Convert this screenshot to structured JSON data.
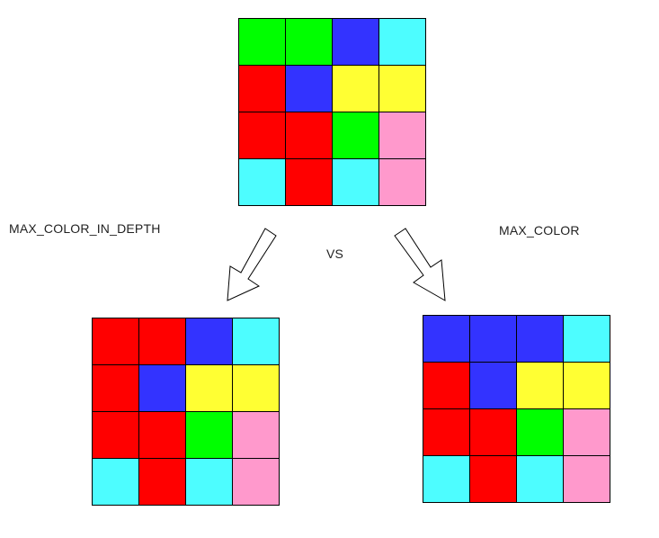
{
  "colors": {
    "G": "#00ff00",
    "B": "#3333ff",
    "C": "#4dfdff",
    "R": "#ff0000",
    "Y": "#ffff33",
    "P": "#ff99cc"
  },
  "grids": {
    "original": [
      [
        "G",
        "G",
        "B",
        "C"
      ],
      [
        "R",
        "B",
        "Y",
        "Y"
      ],
      [
        "R",
        "R",
        "G",
        "P"
      ],
      [
        "C",
        "R",
        "C",
        "P"
      ]
    ],
    "max_color_in_depth": [
      [
        "R",
        "R",
        "B",
        "C"
      ],
      [
        "R",
        "B",
        "Y",
        "Y"
      ],
      [
        "R",
        "R",
        "G",
        "P"
      ],
      [
        "C",
        "R",
        "C",
        "P"
      ]
    ],
    "max_color": [
      [
        "B",
        "B",
        "B",
        "C"
      ],
      [
        "R",
        "B",
        "Y",
        "Y"
      ],
      [
        "R",
        "R",
        "G",
        "P"
      ],
      [
        "C",
        "R",
        "C",
        "P"
      ]
    ]
  },
  "labels": {
    "left": "MAX_COLOR_IN_DEPTH",
    "right": "MAX_COLOR",
    "vs": "VS"
  }
}
